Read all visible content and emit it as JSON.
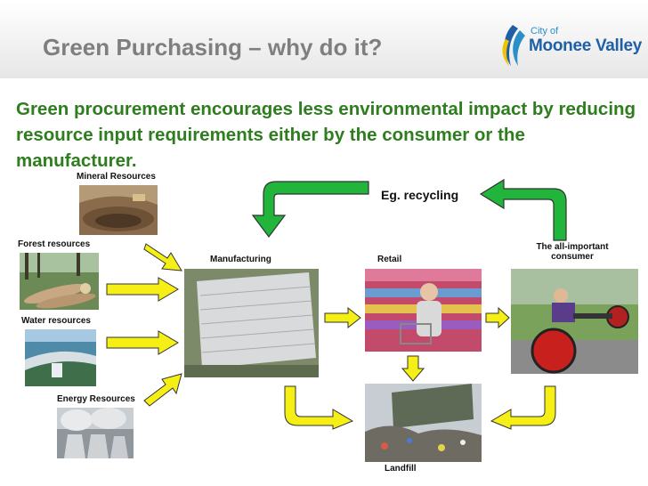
{
  "header": {
    "title": "Green Purchasing – why do it?"
  },
  "logo": {
    "city_of": "City of",
    "name": "Moonee Valley",
    "colors": {
      "blue": "#1f5fa6",
      "light_blue": "#2a8fc9",
      "yellow": "#f2c200"
    }
  },
  "intro": {
    "text": "Green procurement encourages less environmental impact by reducing resource input requirements either by the consumer or the manufacturer."
  },
  "diagram": {
    "recycling_label": "Eg. recycling",
    "resources": {
      "mineral": "Mineral Resources",
      "forest": "Forest resources",
      "water": "Water resources",
      "energy": "Energy Resources"
    },
    "stages": {
      "manufacturing": "Manufacturing",
      "retail": "Retail",
      "consumer": "The all-important consumer",
      "landfill": "Landfill"
    },
    "arrow_colors": {
      "green": "#22b53b",
      "yellow": "#f5ef16",
      "outline": "#333333"
    }
  },
  "colors": {
    "title_gray": "#7f7f7f",
    "intro_green": "#2e7d1e"
  }
}
